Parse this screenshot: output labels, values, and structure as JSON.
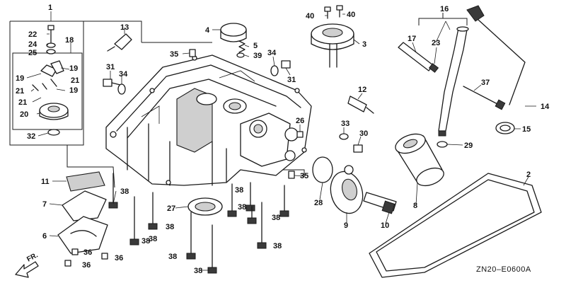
{
  "diagram_code": "ZN20–E0600A",
  "direction_label": "FR.",
  "labels": [
    {
      "id": "p1",
      "text": "1"
    },
    {
      "id": "p22",
      "text": "22"
    },
    {
      "id": "p24",
      "text": "24"
    },
    {
      "id": "p25",
      "text": "25"
    },
    {
      "id": "p18",
      "text": "18"
    },
    {
      "id": "p19a",
      "text": "19"
    },
    {
      "id": "p19b",
      "text": "19"
    },
    {
      "id": "p19c",
      "text": "19"
    },
    {
      "id": "p21a",
      "text": "21"
    },
    {
      "id": "p21b",
      "text": "21"
    },
    {
      "id": "p21c",
      "text": "21"
    },
    {
      "id": "p20",
      "text": "20"
    },
    {
      "id": "p32",
      "text": "32"
    },
    {
      "id": "p13",
      "text": "13"
    },
    {
      "id": "p35a",
      "text": "35"
    },
    {
      "id": "p31a",
      "text": "31"
    },
    {
      "id": "p34a",
      "text": "34"
    },
    {
      "id": "p4",
      "text": "4"
    },
    {
      "id": "p40a",
      "text": "40"
    },
    {
      "id": "p40b",
      "text": "40"
    },
    {
      "id": "p5",
      "text": "5"
    },
    {
      "id": "p39",
      "text": "39"
    },
    {
      "id": "p34b",
      "text": "34"
    },
    {
      "id": "p31b",
      "text": "31"
    },
    {
      "id": "p3",
      "text": "3"
    },
    {
      "id": "p12",
      "text": "12"
    },
    {
      "id": "p26",
      "text": "26"
    },
    {
      "id": "p33",
      "text": "33"
    },
    {
      "id": "p30",
      "text": "30"
    },
    {
      "id": "p16",
      "text": "16"
    },
    {
      "id": "p17",
      "text": "17"
    },
    {
      "id": "p23",
      "text": "23"
    },
    {
      "id": "p37",
      "text": "37"
    },
    {
      "id": "p14",
      "text": "14"
    },
    {
      "id": "p15",
      "text": "15"
    },
    {
      "id": "p29",
      "text": "29"
    },
    {
      "id": "p2",
      "text": "2"
    },
    {
      "id": "p11",
      "text": "11"
    },
    {
      "id": "p38a",
      "text": "38"
    },
    {
      "id": "p7",
      "text": "7"
    },
    {
      "id": "p27",
      "text": "27"
    },
    {
      "id": "p38b",
      "text": "38"
    },
    {
      "id": "p38c",
      "text": "38"
    },
    {
      "id": "p38d",
      "text": "38"
    },
    {
      "id": "p38e",
      "text": "38"
    },
    {
      "id": "p38f",
      "text": "38"
    },
    {
      "id": "p38g",
      "text": "38"
    },
    {
      "id": "p38h",
      "text": "38"
    },
    {
      "id": "p38i",
      "text": "38"
    },
    {
      "id": "p38j",
      "text": "38"
    },
    {
      "id": "p6",
      "text": "6"
    },
    {
      "id": "p36a",
      "text": "36"
    },
    {
      "id": "p36b",
      "text": "36"
    },
    {
      "id": "p36c",
      "text": "36"
    },
    {
      "id": "p35b",
      "text": "35"
    },
    {
      "id": "p28",
      "text": "28"
    },
    {
      "id": "p9",
      "text": "9"
    },
    {
      "id": "p8",
      "text": "8"
    },
    {
      "id": "p10",
      "text": "10"
    }
  ]
}
